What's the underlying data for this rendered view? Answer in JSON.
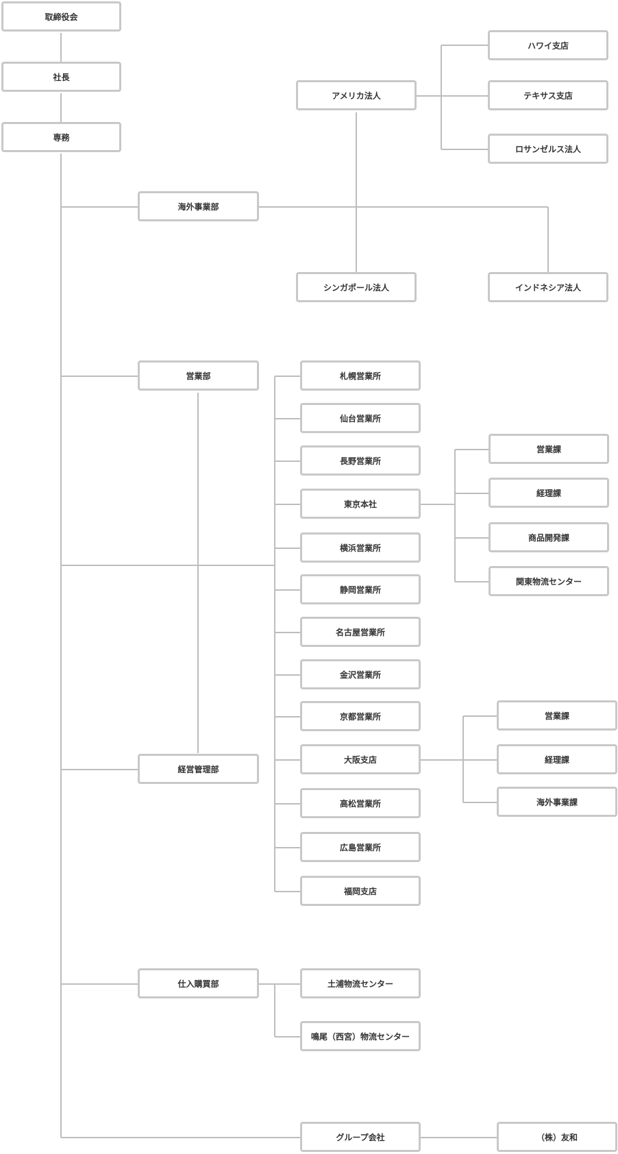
{
  "top": {
    "board": "取締役会",
    "president": "社長",
    "managing_director": "専務"
  },
  "departments": {
    "overseas": "海外事業部",
    "sales": "営業部",
    "management": "経営管理部",
    "purchasing": "仕入購買部",
    "group": "グループ会社"
  },
  "overseas": {
    "america": "アメリカ法人",
    "hawaii": "ハワイ支店",
    "texas": "テキサス支店",
    "los_angeles": "ロサンゼルス法人",
    "singapore": "シンガポール法人",
    "indonesia": "インドネシア法人"
  },
  "branches": [
    "札幌営業所",
    "仙台営業所",
    "長野営業所",
    "東京本社",
    "横浜営業所",
    "静岡営業所",
    "名古屋営業所",
    "金沢営業所",
    "京都営業所",
    "大阪支店",
    "高松営業所",
    "広島営業所",
    "福岡支店"
  ],
  "tokyo_sections": [
    "営業課",
    "経理課",
    "商品開発課",
    "関東物流センター"
  ],
  "osaka_sections": [
    "営業課",
    "経理課",
    "海外事業課"
  ],
  "purchasing_centers": [
    "土浦物流センター",
    "鳴尾（西宮）物流センター"
  ],
  "group_company": "（株）友和"
}
